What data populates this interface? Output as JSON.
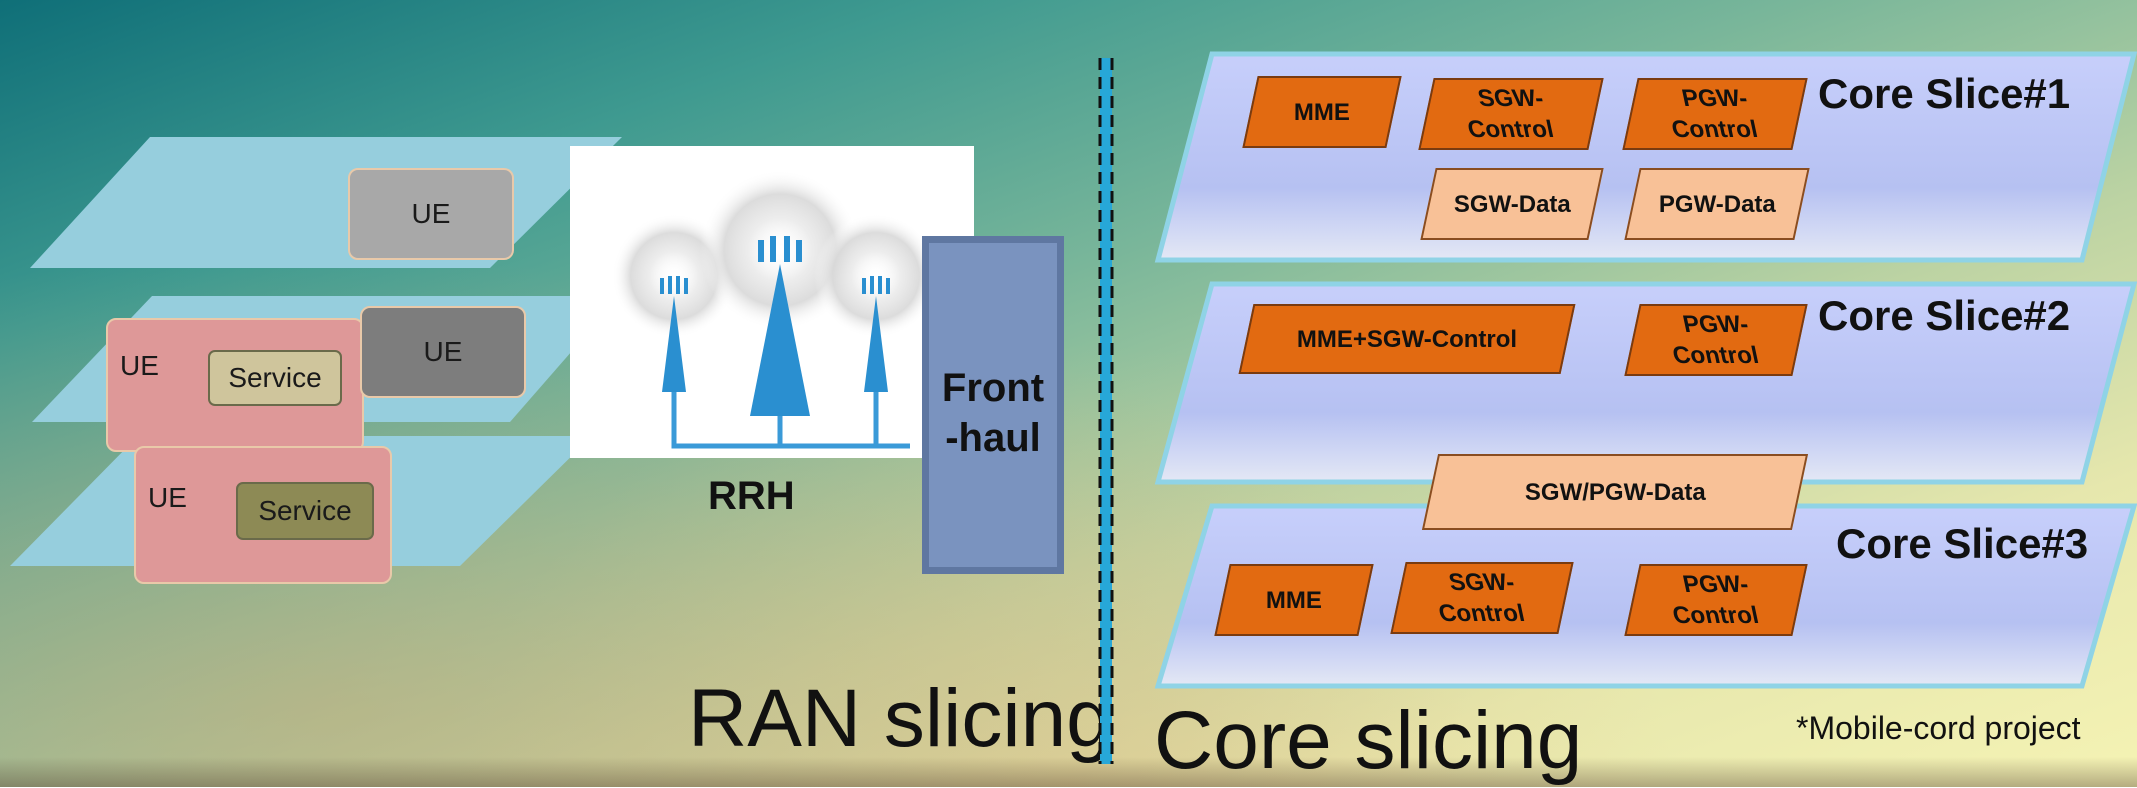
{
  "ran": {
    "ue_top": "UE",
    "ue_middle_left": "UE",
    "service_middle": "Service",
    "ue_middle_right": "UE",
    "ue_bottom": "UE",
    "service_bottom": "Service",
    "rrh_label": "RRH",
    "fronthaul_line1": "Front",
    "fronthaul_line2": "-haul",
    "section_label": "RAN slicing"
  },
  "core": {
    "section_label": "Core slicing",
    "footnote": "*Mobile-cord project",
    "slice1": {
      "title": "Core Slice#1",
      "mme": "MME",
      "sgw_control_1": "SGW-",
      "sgw_control_2": "Control",
      "pgw_control_1": "PGW-",
      "pgw_control_2": "Control",
      "sgw_data": "SGW-Data",
      "pgw_data": "PGW-Data"
    },
    "slice2": {
      "title": "Core Slice#2",
      "mme_sgw_control": "MME+SGW-Control",
      "pgw_control_1": "PGW-",
      "pgw_control_2": "Control"
    },
    "shared": {
      "sgw_pgw_data": "SGW/PGW-Data"
    },
    "slice3": {
      "title": "Core Slice#3",
      "mme": "MME",
      "sgw_control_1": "SGW-",
      "sgw_control_2": "Control",
      "pgw_control_1": "PGW-",
      "pgw_control_2": "Control"
    }
  },
  "colors": {
    "ran_plate": "#96cedd",
    "nf_dark": "#e26a11",
    "nf_light": "#f8c197",
    "core_plate": "#c3ccf8",
    "fronthaul": "#7a93bf",
    "tower": "#2a8fd0"
  }
}
